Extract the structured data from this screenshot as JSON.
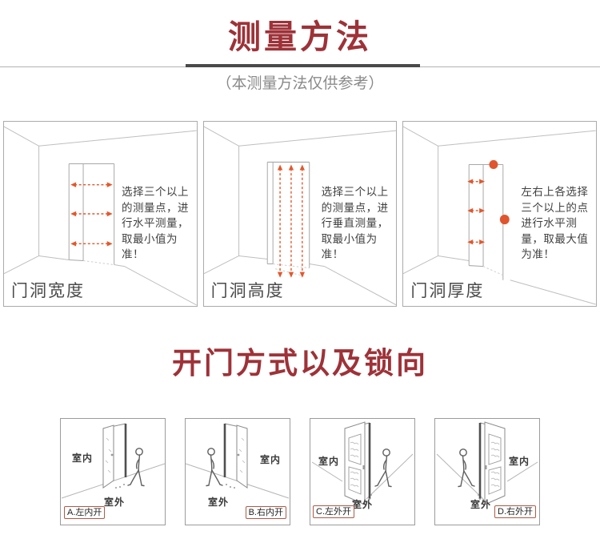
{
  "header": {
    "title": "测量方法",
    "subtitle": "（本测量方法仅供参考）"
  },
  "measurement_section": {
    "panels": [
      {
        "id": "door-opening-width",
        "instruction": "选择三个以上的测量点，进行水平测量，取最小值为准！",
        "caption": "门洞宽度"
      },
      {
        "id": "door-opening-height",
        "instruction": "选择三个以上的测量点，进行垂直测量，取最小值为准！",
        "caption": "门洞高度"
      },
      {
        "id": "door-opening-thickness",
        "instruction": "左右上各选择三个以上的点进行水平测量，取最大值为准！",
        "caption": "门洞厚度"
      }
    ]
  },
  "door_section": {
    "title": "开门方式以及锁向",
    "panels": [
      {
        "indoor_label": "室内",
        "outdoor_label": "室外",
        "caption": "A.左内开"
      },
      {
        "indoor_label": "室内",
        "outdoor_label": "室外",
        "caption": "B.右内开"
      },
      {
        "indoor_label": "室内",
        "outdoor_label": "室外",
        "caption": "C.左外开"
      },
      {
        "indoor_label": "室内",
        "outdoor_label": "室外",
        "caption": "D.右外开"
      }
    ]
  },
  "colors": {
    "accent_red": "#9e3238",
    "arrow_orange": "#e4572b",
    "dot_orange": "#e0552e",
    "divider_dark": "#4a4a4a",
    "divider_light": "#b3b3b3"
  }
}
